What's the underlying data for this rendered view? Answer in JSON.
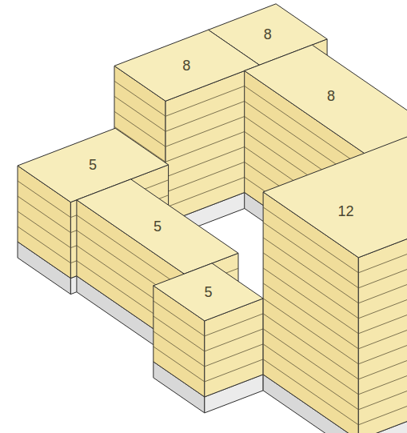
{
  "diagram": {
    "labels": [
      "8",
      "8",
      "8",
      "5",
      "12",
      "5",
      "5"
    ]
  }
}
